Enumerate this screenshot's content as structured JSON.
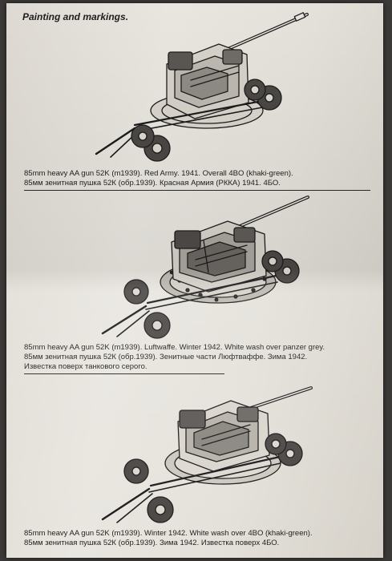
{
  "page": {
    "heading": "Painting and markings."
  },
  "plates": [
    {
      "caption_en": "85mm heavy AA gun 52K (m1939). Red Army. 1941. Overall 4BO (khaki-green).",
      "caption_ru": "85мм зенитная пушка 52К (обр.1939). Красная Армия (РККА) 1941. 4БО."
    },
    {
      "caption_en": "85mm heavy AA gun 52K (m1939). Luftwaffe. Winter 1942. White wash over panzer grey.",
      "caption_ru": "85мм зенитная пушка 52К (обр.1939). Зенитные части Люфтваффе. Зима 1942.",
      "caption_ru_2": "Известка поверх танкового серого."
    },
    {
      "caption_en": "85mm heavy AA gun 52K (m1939). Winter 1942. White wash over 4BO (khaki-green).",
      "caption_ru": "85мм зенитная пушка 52К (обр.1939). Зима 1942. Известка поверх 4БО."
    }
  ],
  "colors": {
    "paper": "#e6e3dd",
    "ink": "#1e1e1e"
  }
}
